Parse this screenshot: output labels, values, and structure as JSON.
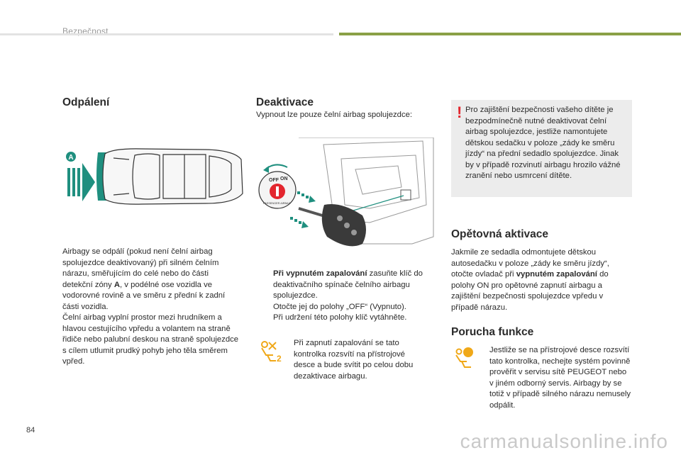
{
  "header": {
    "section": "Bezpečnost"
  },
  "page_number": "84",
  "watermark": "carmanualsonline.info",
  "col1": {
    "heading": "Odpálení",
    "zone_label": "A",
    "paragraph1_pre": "Airbagy se odpálí (pokud není čelní airbag spolujezdce deaktivovaný) při silném čelním nárazu, směřujícím do celé nebo do části detekční zóny ",
    "paragraph1_bold": "A",
    "paragraph1_post": ", v podélné ose vozidla ve vodorovné rovině a ve směru z přední k zadní části vozidla.",
    "paragraph2": "Čelní airbag vyplní prostor mezi hrudníkem a hlavou cestujícího vpředu a volantem na straně řidiče nebo palubní deskou na straně spolujezdce s cílem utlumit prudký pohyb jeho těla směrem vpřed."
  },
  "col2": {
    "heading": "Deaktivace",
    "intro": "Vypnout lze pouze čelní airbag spolujezdce:",
    "switch_off": "OFF",
    "switch_on": "ON",
    "switch_ring": "PASSENGER AIRBAG",
    "bullet_mark": "",
    "bullets": [
      {
        "bold": "Při vypnutém zapalování",
        "text": " zasuňte klíč do deaktivačního spínače čelního airbagu spolujezdce."
      },
      {
        "bold": "",
        "text": "Otočte jej do polohy „OFF“ (Vypnuto)."
      },
      {
        "bold": "",
        "text": "Při udržení této polohy klíč vytáhněte."
      }
    ],
    "warning_icon_digit": "2",
    "warning_text": "Při zapnutí zapalování se tato kontrolka rozsvítí na přístrojové desce a bude svítit po celou dobu dezaktivace airbagu."
  },
  "col3": {
    "notice_mark": "!",
    "notice_text": "Pro zajištění bezpečnosti vašeho dítěte je bezpodmínečně nutné deaktivovat čelní airbag spolujezdce, jestliže namontujete dětskou sedačku v poloze „zády ke směru jízdy“ na přední sedadlo spolujezdce. Jinak by v případě rozvinutí airbagu hrozilo vážné zranění nebo usmrcení dítěte.",
    "reactivation_heading": "Opětovná aktivace",
    "reactivation_pre": "Jakmile ze sedadla odmontujete dětskou autosedačku v poloze „zády ke směru jízdy“, otočte ovladač při ",
    "reactivation_bold": "vypnutém zapalování",
    "reactivation_post": " do polohy ON pro opětovné zapnutí airbagu a zajištění bezpečnosti spolujezdce vpředu v případě nárazu.",
    "fault_heading": "Porucha funkce",
    "fault_text": "Jestliže se na přístrojové desce rozsvítí tato kontrolka, nechejte systém povinně prověřit v servisu sítě PEUGEOT nebo v jiném odborný servis. Airbagy by se totiž v případě silného nárazu nemusely odpálit."
  },
  "colors": {
    "accent_green": "#8aa046",
    "warning_red": "#e3262e",
    "zone_teal": "#1f8f7f",
    "amber": "#f0a818"
  }
}
